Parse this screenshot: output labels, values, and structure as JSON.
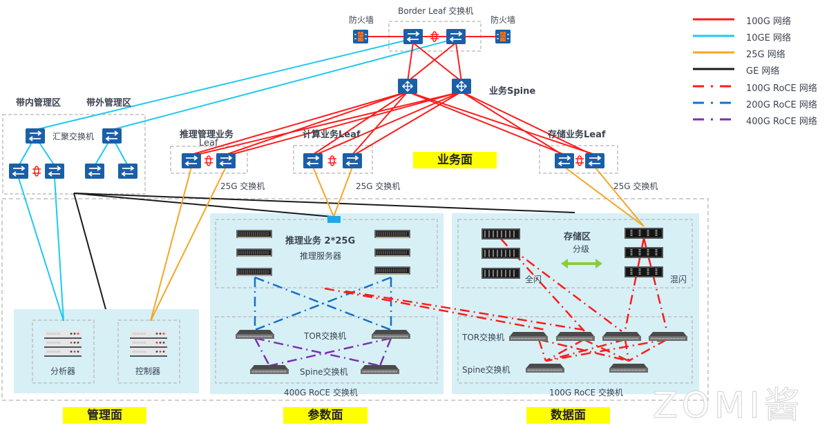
{
  "legend": [
    {
      "label": "100G 网络",
      "color": "#ff1a1a",
      "style": "solid"
    },
    {
      "label": "10GE 网络",
      "color": "#1ec8f0",
      "style": "solid"
    },
    {
      "label": "25G 网络",
      "color": "#f5a623",
      "style": "solid"
    },
    {
      "label": "GE 网络",
      "color": "#1a1a1a",
      "style": "solid"
    },
    {
      "label": "100G RoCE 网络",
      "color": "#ff1a1a",
      "style": "dashdot"
    },
    {
      "label": "200G RoCE 网络",
      "color": "#1670c8",
      "style": "dashdot"
    },
    {
      "label": "400G RoCE 网络",
      "color": "#7b2fb0",
      "style": "dashdot"
    }
  ],
  "top": {
    "border_leaf_label": "Border Leaf 交换机",
    "firewall_left": "防火墙",
    "firewall_right": "防火墙",
    "spine_label": "业务Spine"
  },
  "management": {
    "inband_label": "带内管理区",
    "outband_label": "带外管理区",
    "aggregation_label": "汇聚交换机",
    "analyzer_label": "分析器",
    "controller_label": "控制器",
    "plane_label": "管理面"
  },
  "business": {
    "inference_leaf_label_line1": "推理管理业务",
    "inference_leaf_label_line2": "Leaf",
    "compute_leaf_label": "计算业务Leaf",
    "storage_leaf_label": "存储业务Leaf",
    "switch_25g_label_1": "25G 交换机",
    "switch_25g_label_2": "25G 交换机",
    "switch_25g_label_3": "25G 交换机",
    "plane_label": "业务面"
  },
  "parameter": {
    "inference_title": "推理业务 2*25G",
    "inference_servers": "推理服务器",
    "tor_label": "TOR交换机",
    "spine_label": "Spine交换机",
    "fabric_label": "400G RoCE 交换机",
    "plane_label": "参数面"
  },
  "data_plane": {
    "storage_title": "存储区",
    "tiering_label": "分级",
    "all_flash_label": "全闪",
    "hybrid_flash_label": "混闪",
    "tor_label": "TOR交换机",
    "spine_label": "Spine交换机",
    "fabric_label": "100G RoCE 交换机",
    "plane_label": "数据面"
  },
  "watermark": "ZOMI酱",
  "colors": {
    "switch_blue": "#1a5fa8",
    "zone_fill": "#d6f0f6",
    "plane_yellow": "#ffff00",
    "dash_border": "#c0c0c0"
  }
}
